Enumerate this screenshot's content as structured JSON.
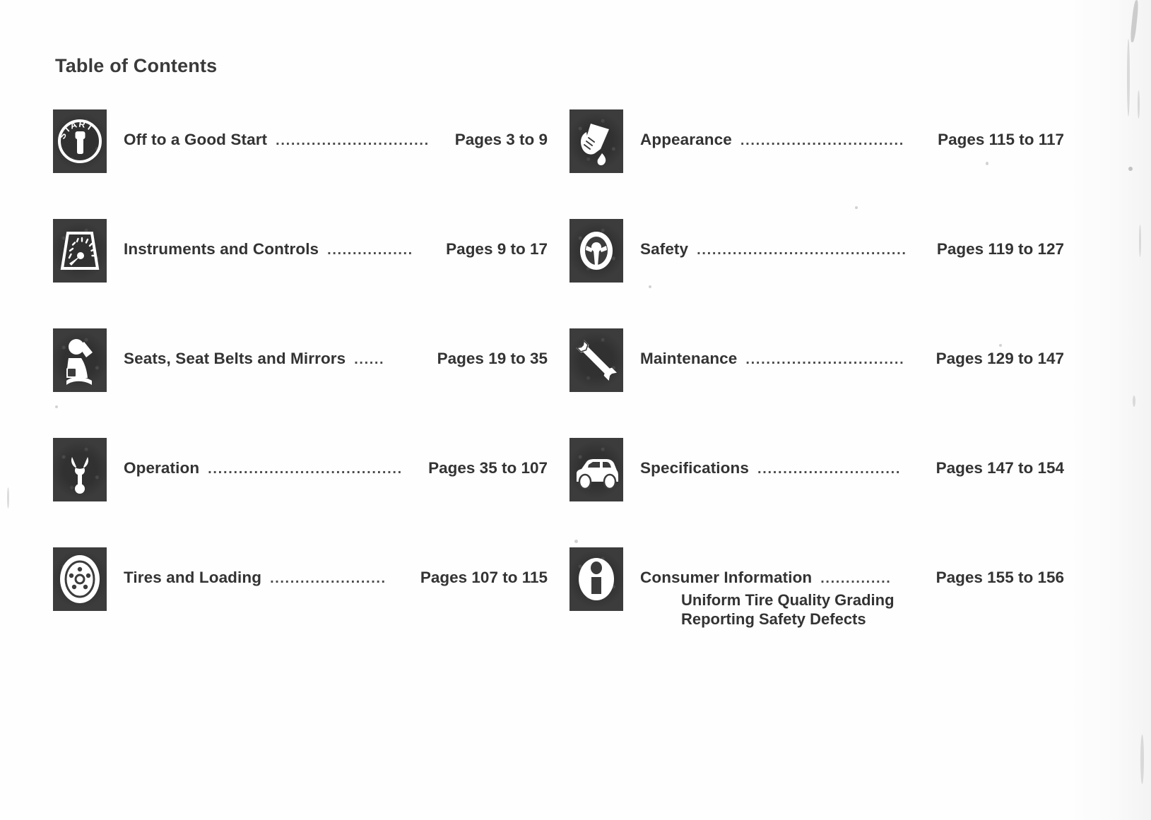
{
  "page": {
    "title": "Table of Contents",
    "ink_color": "#333333",
    "icon_tile_color": "#3c3c3c",
    "background_color": "#ffffff"
  },
  "columns": {
    "left": [
      {
        "icon": "ignition-start-icon",
        "label": "Off to a Good Start",
        "leader": "..............................",
        "pages": "Pages 3 to 9"
      },
      {
        "icon": "instrument-cluster-gauge-icon",
        "label": "Instruments and Controls",
        "leader": ".................",
        "pages": "Pages 9 to 17"
      },
      {
        "icon": "seat-belt-occupant-icon",
        "label": "Seats, Seat Belts and Mirrors",
        "leader": "......",
        "pages": "Pages  19  to  35"
      },
      {
        "icon": "gear-shift-lever-icon",
        "label": "Operation",
        "leader": "......................................",
        "pages": "Pages 35 to 107"
      },
      {
        "icon": "wheel-tire-lugnut-icon",
        "label": "Tires and Loading",
        "leader": ".......................",
        "pages": "Pages 107 to 115"
      }
    ],
    "right": [
      {
        "icon": "hand-polishing-cloth-icon",
        "label": "Appearance",
        "leader": "................................",
        "pages": "Pages 115 to 117"
      },
      {
        "icon": "steering-wheel-icon",
        "label": "Safety",
        "leader": ".........................................",
        "pages": "Pages 119 to 127"
      },
      {
        "icon": "wrench-icon",
        "label": "Maintenance",
        "leader": "...............................",
        "pages": "Pages 129 to 147"
      },
      {
        "icon": "car-side-profile-icon",
        "label": "Specifications",
        "leader": "............................",
        "pages": "Pages 147 to 154"
      },
      {
        "icon": "information-i-icon",
        "label": "Consumer Information",
        "leader": "..............",
        "pages": "Pages 155 to 156",
        "sublines": [
          "Uniform Tire Quality Grading",
          "Reporting Safety Defects"
        ]
      }
    ]
  }
}
